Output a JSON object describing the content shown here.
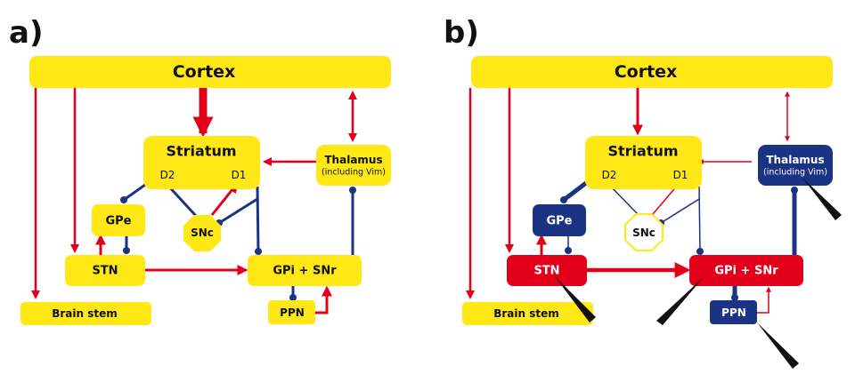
{
  "colors": {
    "yellow": "#ffe815",
    "red": "#e2001a",
    "blue": "#1a3383",
    "dark": "#111111",
    "white": "#ffffff",
    "electrode": "#111111"
  },
  "panels": [
    {
      "label": "a)",
      "nodes": {
        "cortex": {
          "label": "Cortex",
          "state": "normal"
        },
        "striatum": {
          "label": "Striatum",
          "d2": "D2",
          "d1": "D1",
          "state": "normal"
        },
        "thalamus": {
          "label": "Thalamus",
          "sublabel": "(including Vim)",
          "state": "normal"
        },
        "gpe": {
          "label": "GPe",
          "state": "normal"
        },
        "snc": {
          "label": "SNc",
          "state": "normal"
        },
        "stn": {
          "label": "STN",
          "state": "normal"
        },
        "gpi_snr": {
          "label": "GPi + SNr",
          "state": "normal"
        },
        "brain_stem": {
          "label": "Brain stem",
          "state": "normal"
        },
        "ppn": {
          "label": "PPN",
          "state": "normal"
        }
      },
      "electrodes": []
    },
    {
      "label": "b)",
      "nodes": {
        "cortex": {
          "label": "Cortex",
          "state": "normal"
        },
        "striatum": {
          "label": "Striatum",
          "d2": "D2",
          "d1": "D1",
          "state": "normal"
        },
        "thalamus": {
          "label": "Thalamus",
          "sublabel": "(including Vim)",
          "state": "inhibited"
        },
        "gpe": {
          "label": "GPe",
          "state": "inhibited"
        },
        "snc": {
          "label": "SNc",
          "state": "degenerated"
        },
        "stn": {
          "label": "STN",
          "state": "overactive"
        },
        "gpi_snr": {
          "label": "GPi + SNr",
          "state": "overactive"
        },
        "brain_stem": {
          "label": "Brain stem",
          "state": "normal"
        },
        "ppn": {
          "label": "PPN",
          "state": "inhibited"
        }
      },
      "electrodes": [
        "thalamus",
        "stn",
        "gpi_snr",
        "ppn"
      ]
    }
  ]
}
